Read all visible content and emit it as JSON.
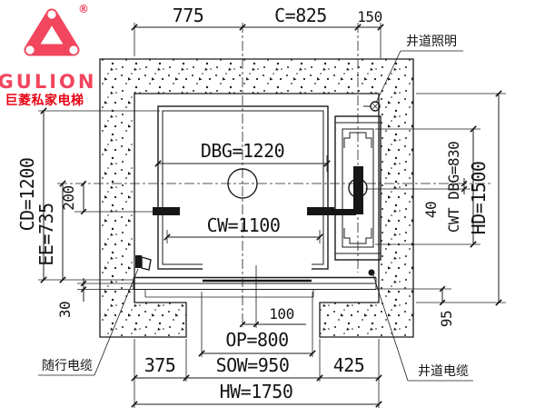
{
  "brand": {
    "name": "GULION",
    "registered_mark": "®",
    "tagline_cn": "巨菱私家电梯"
  },
  "colors": {
    "brand_pink": "#f2455e",
    "brand_red": "#e60012",
    "ink": "#1b1b1b",
    "paper": "#ffffff"
  },
  "dims": {
    "top_left": "775",
    "top_center": "C=825",
    "top_right": "150",
    "dbg": "DBG=1220",
    "cw": "CW=1100",
    "cd": "CD=1200",
    "ee": "EE=735",
    "rail_offset": "200",
    "sill_height": "30",
    "cwt_gap": "40",
    "cwt_dbg": "CWT DBG=830",
    "hd": "HD=1500",
    "rear_offset": "95",
    "door_offset": "100",
    "op": "OP=800",
    "bottom_left": "375",
    "sow": "SOW=950",
    "bottom_right": "425",
    "hw": "HW=1750"
  },
  "callouts": {
    "shaft_lighting": "井道照明",
    "shaft_cable": "井道电缆",
    "traveling_cable": "随行电缆"
  }
}
